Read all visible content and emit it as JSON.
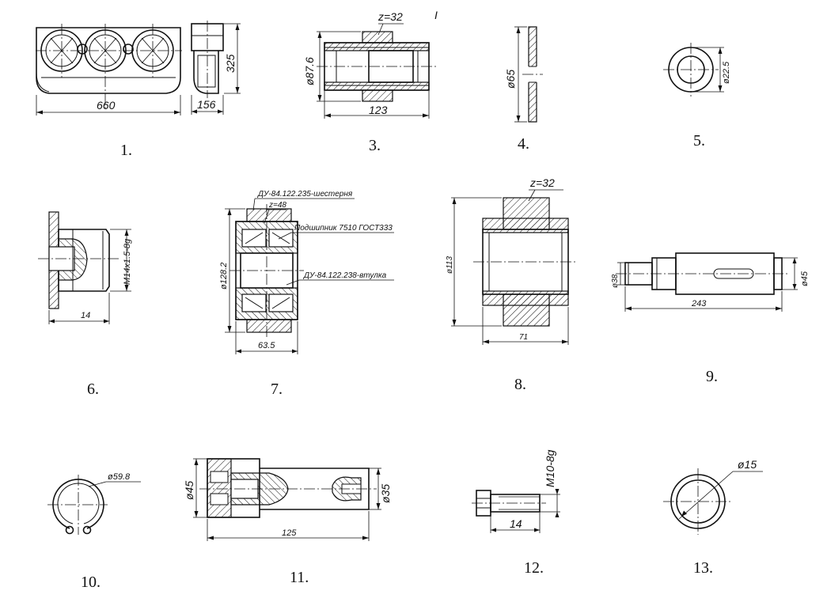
{
  "parts": [
    {
      "number": "1.",
      "dims": [
        "660",
        "156",
        "325"
      ]
    },
    {
      "number": "3.",
      "dims": [
        "z=32",
        "ø87.6",
        "123"
      ]
    },
    {
      "number": "4.",
      "dims": [
        "ø65"
      ]
    },
    {
      "number": "5.",
      "dims": [
        "ø22.5"
      ]
    },
    {
      "number": "6.",
      "dims": [
        "M14x1.5-8g",
        "14"
      ]
    },
    {
      "number": "7.",
      "dims": [
        "ДУ-84.122.235-шестерня",
        "z=48",
        "Подшипник 7510 ГОСТ333",
        "ДУ-84.122.238-втулка",
        "ø128.2",
        "63.5"
      ]
    },
    {
      "number": "8.",
      "dims": [
        "z=32",
        "ø113",
        "71"
      ]
    },
    {
      "number": "9.",
      "dims": [
        "ø38",
        "ø45",
        "243"
      ]
    },
    {
      "number": "10.",
      "dims": [
        "ø59.8"
      ]
    },
    {
      "number": "11.",
      "dims": [
        "ø45",
        "ø35",
        "125"
      ]
    },
    {
      "number": "12.",
      "dims": [
        "M10-8g",
        "14"
      ]
    },
    {
      "number": "13.",
      "dims": [
        "ø15"
      ]
    }
  ],
  "stray_mark": "I"
}
